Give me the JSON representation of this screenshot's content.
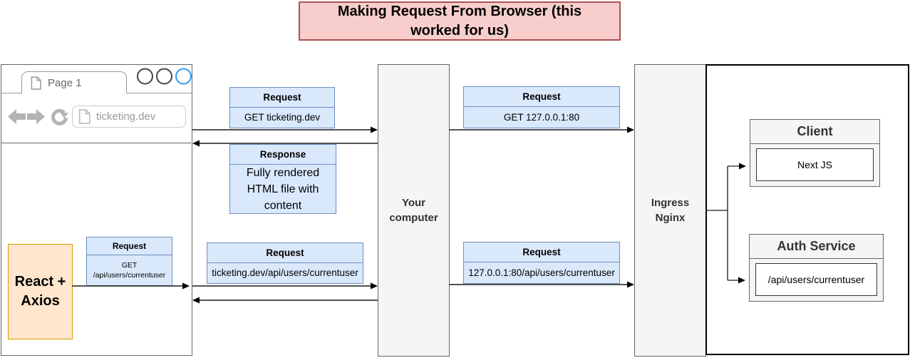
{
  "title": {
    "text": "Making Request From Browser (this worked for us)"
  },
  "browser": {
    "tab_label": "Page 1",
    "address": "ticketing.dev",
    "react_axios_label": "React +\nAxios",
    "request_small": {
      "header": "Request",
      "body": "GET\n/api/users/currentuser"
    }
  },
  "flow_boxes": {
    "request_ticketing": {
      "header": "Request",
      "body": "GET ticketing.dev"
    },
    "response_html": {
      "header": "Response",
      "body": "Fully rendered\nHTML file with\ncontent"
    },
    "request_ticketing_api": {
      "header": "Request",
      "body": "ticketing.dev/api/users/currentuser"
    },
    "request_ip": {
      "header": "Request",
      "body": "GET 127.0.0.1:80"
    },
    "request_ip_api": {
      "header": "Request",
      "body": "127.0.0.1:80/api/users/currentuser"
    }
  },
  "nodes": {
    "your_computer": {
      "label": "Your\ncomputer"
    },
    "ingress": {
      "label": "Ingress\nNginx"
    },
    "client": {
      "header": "Client",
      "body": "Next JS"
    },
    "auth_service": {
      "header": "Auth Service",
      "body": "/api/users/currentuser"
    }
  },
  "colors": {
    "title_fill": "#f8cecc",
    "title_stroke": "#b05050",
    "blue_fill": "#dae8fc",
    "blue_stroke": "#6c8ebf",
    "orange_fill": "#ffe6cc",
    "orange_stroke": "#d79b00",
    "node_fill": "#f5f5f5",
    "node_stroke": "#666666",
    "active_circle": "#2e9bf0"
  }
}
